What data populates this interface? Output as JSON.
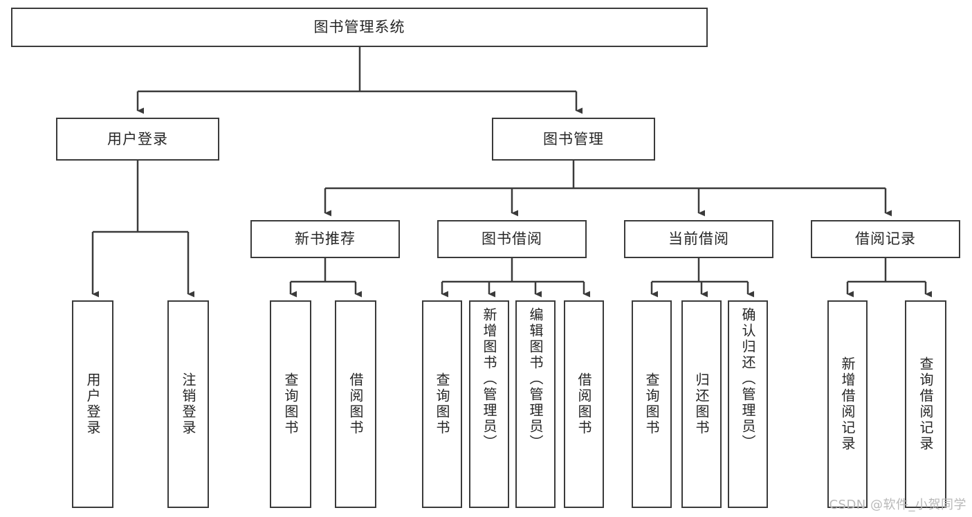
{
  "diagram": {
    "title": "图书管理系统",
    "type": "tree-hierarchy",
    "watermark": "CSDN @软件_小贺同学",
    "line_color": "#3a3a3a",
    "box_fill": "#ffffff",
    "text_color": "#262626"
  },
  "root": {
    "label": "图书管理系统"
  },
  "level2": [
    {
      "label": "用户登录"
    },
    {
      "label": "图书管理"
    }
  ],
  "level3": [
    {
      "label": "新书推荐"
    },
    {
      "label": "图书借阅"
    },
    {
      "label": "当前借阅"
    },
    {
      "label": "借阅记录"
    }
  ],
  "leaves": {
    "user_login": [
      {
        "label": "用户登录"
      },
      {
        "label": "注销登录"
      }
    ],
    "new_book_recommend": [
      {
        "label": "查询图书"
      },
      {
        "label": "借阅图书"
      }
    ],
    "book_borrow": [
      {
        "label": "查询图书"
      },
      {
        "label": "新增图书（管理员）"
      },
      {
        "label": "编辑图书（管理员）"
      },
      {
        "label": "借阅图书"
      }
    ],
    "current_borrow": [
      {
        "label": "查询图书"
      },
      {
        "label": "归还图书"
      },
      {
        "label": "确认归还（管理员）"
      }
    ],
    "borrow_record": [
      {
        "label": "新增借阅记录"
      },
      {
        "label": "查询借阅记录"
      }
    ]
  }
}
